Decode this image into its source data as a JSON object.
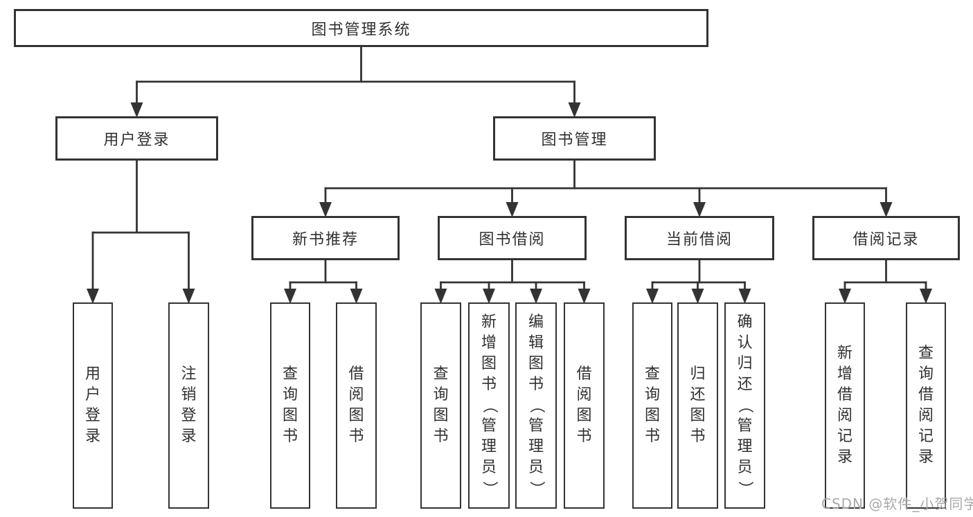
{
  "diagram": {
    "title": "图书管理系统",
    "colors": {
      "line": "#333333",
      "box_border": "#333333",
      "text": "#303030",
      "background": "#ffffff",
      "watermark": "#a8a8a8"
    },
    "nodes": [
      {
        "id": "root",
        "label": "图书管理系统",
        "parent": null,
        "orientation": "horizontal"
      },
      {
        "id": "user-login",
        "label": "用户登录",
        "parent": "root",
        "orientation": "horizontal"
      },
      {
        "id": "book-mgmt",
        "label": "图书管理",
        "parent": "root",
        "orientation": "horizontal"
      },
      {
        "id": "user-login-leaf",
        "label": "用户登录",
        "parent": "user-login",
        "orientation": "vertical"
      },
      {
        "id": "logout-leaf",
        "label": "注销登录",
        "parent": "user-login",
        "orientation": "vertical"
      },
      {
        "id": "new-book-rec",
        "label": "新书推荐",
        "parent": "book-mgmt",
        "orientation": "horizontal"
      },
      {
        "id": "book-borrow",
        "label": "图书借阅",
        "parent": "book-mgmt",
        "orientation": "horizontal"
      },
      {
        "id": "current-borrow",
        "label": "当前借阅",
        "parent": "book-mgmt",
        "orientation": "horizontal"
      },
      {
        "id": "borrow-records",
        "label": "借阅记录",
        "parent": "book-mgmt",
        "orientation": "horizontal"
      },
      {
        "id": "rec-query-book",
        "label": "查询图书",
        "parent": "new-book-rec",
        "orientation": "vertical"
      },
      {
        "id": "rec-borrow-book",
        "label": "借阅图书",
        "parent": "new-book-rec",
        "orientation": "vertical"
      },
      {
        "id": "bb-query-book",
        "label": "查询图书",
        "parent": "book-borrow",
        "orientation": "vertical"
      },
      {
        "id": "bb-add-book",
        "label": "新增图书（管理员）",
        "parent": "book-borrow",
        "orientation": "vertical"
      },
      {
        "id": "bb-edit-book",
        "label": "编辑图书（管理员）",
        "parent": "book-borrow",
        "orientation": "vertical"
      },
      {
        "id": "bb-borrow-book",
        "label": "借阅图书",
        "parent": "book-borrow",
        "orientation": "vertical"
      },
      {
        "id": "cb-query-book",
        "label": "查询图书",
        "parent": "current-borrow",
        "orientation": "vertical"
      },
      {
        "id": "cb-return-book",
        "label": "归还图书",
        "parent": "current-borrow",
        "orientation": "vertical"
      },
      {
        "id": "cb-confirm-return",
        "label": "确认归还（管理员）",
        "parent": "current-borrow",
        "orientation": "vertical"
      },
      {
        "id": "br-add-record",
        "label": "新增借阅记录",
        "parent": "borrow-records",
        "orientation": "vertical"
      },
      {
        "id": "br-query-record",
        "label": "查询借阅记录",
        "parent": "borrow-records",
        "orientation": "vertical"
      }
    ]
  },
  "watermark": {
    "text": "CSDN @软件_小贺同学"
  }
}
